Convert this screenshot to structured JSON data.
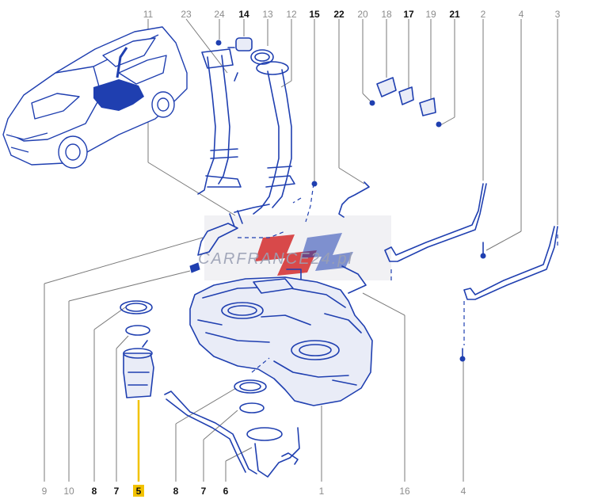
{
  "diagram": {
    "watermark": "CARFRANCE24.pl",
    "colors": {
      "line": "#1f3fb0",
      "leader": "#7a7a7a",
      "highlight": "#f2c200",
      "watermark_red": "#d32b2b"
    },
    "top_labels": [
      {
        "id": "11",
        "bold": false
      },
      {
        "id": "23",
        "bold": false
      },
      {
        "id": "24",
        "bold": false
      },
      {
        "id": "14",
        "bold": true
      },
      {
        "id": "13",
        "bold": false
      },
      {
        "id": "12",
        "bold": false
      },
      {
        "id": "15",
        "bold": true
      },
      {
        "id": "22",
        "bold": true
      },
      {
        "id": "20",
        "bold": false
      },
      {
        "id": "18",
        "bold": false
      },
      {
        "id": "17",
        "bold": true
      },
      {
        "id": "19",
        "bold": false
      },
      {
        "id": "21",
        "bold": true
      },
      {
        "id": "2",
        "bold": false
      },
      {
        "id": "4",
        "bold": false
      },
      {
        "id": "3",
        "bold": false
      }
    ],
    "bottom_labels": [
      {
        "id": "9",
        "bold": false
      },
      {
        "id": "10",
        "bold": false
      },
      {
        "id": "8",
        "bold": true
      },
      {
        "id": "7",
        "bold": true
      },
      {
        "id": "5",
        "bold": true,
        "highlighted": true
      },
      {
        "id": "8",
        "bold": true
      },
      {
        "id": "7",
        "bold": true
      },
      {
        "id": "6",
        "bold": true
      },
      {
        "id": "1",
        "bold": false
      },
      {
        "id": "16",
        "bold": false
      },
      {
        "id": "4",
        "bold": false
      }
    ]
  }
}
